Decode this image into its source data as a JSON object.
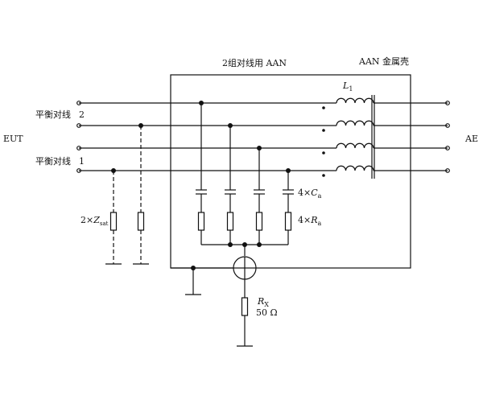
{
  "labels": {
    "aan_title": "2组对线用 AAN",
    "aan_enclosure": "AAN 金属壳",
    "eut": "EUT",
    "ae": "AE",
    "pair2_text": "平衡对线",
    "pair2_num": "2",
    "pair1_text": "平衡对线",
    "pair1_num": "1",
    "inductor_main": "L",
    "inductor_sub": "1",
    "cap_prefix": "4×",
    "cap_main": "C",
    "cap_sub": "a",
    "res_prefix": "4×",
    "res_main": "R",
    "res_sub": "a",
    "zsrc_prefix": "2×",
    "zsrc_main": "Z",
    "zsrc_sub": "sat",
    "rx_main": "R",
    "rx_sub": "X",
    "rx_value": "50 Ω"
  },
  "colors": {
    "line": "#111111",
    "background": "#ffffff"
  }
}
